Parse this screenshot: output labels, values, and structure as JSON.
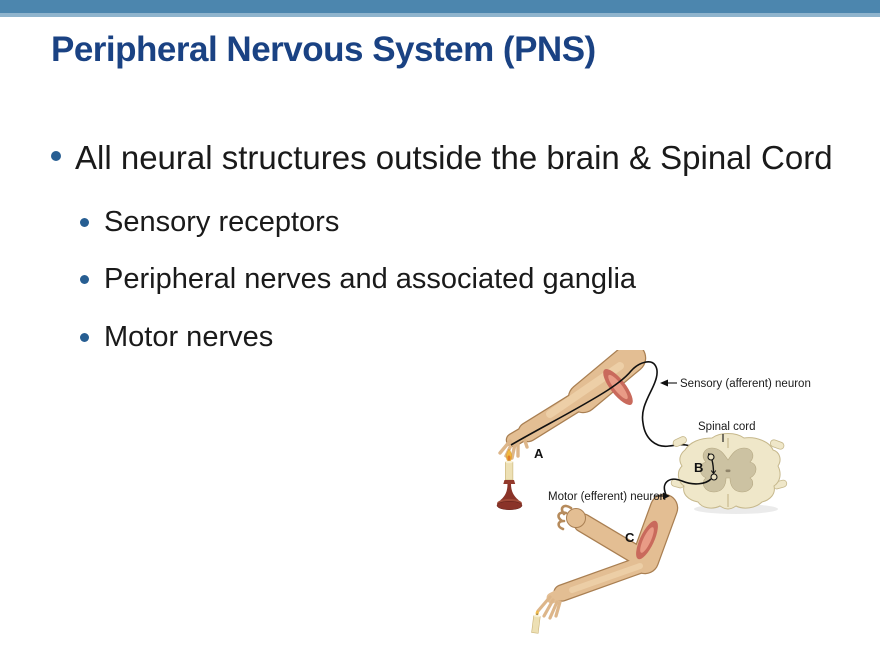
{
  "slide": {
    "title": "Peripheral Nervous System (PNS)",
    "bullet": "All neural structures outside the brain & Spinal Cord",
    "sub_bullets": [
      "Sensory receptors",
      "Peripheral nerves and associated ganglia",
      "Motor nerves"
    ]
  },
  "figure": {
    "labels": {
      "sensory_neuron": "Sensory (afferent) neuron",
      "spinal_cord": "Spinal cord",
      "motor_neuron": "Motor (efferent) neuron",
      "point_a": "A",
      "point_b": "B",
      "point_c": "C"
    }
  },
  "colors": {
    "header_bar": "#4C86AE",
    "header_bar_accent": "#8FB4CD",
    "title_text": "#1A4283",
    "bullet_dot": "#275E92",
    "body_text": "#1A1A1A",
    "skin": "#E3BE93",
    "skin_outline": "#A97F52",
    "muscle": "#C96A5C",
    "cord_white_matter": "#EFE7C9",
    "cord_gray_matter": "#CCC2A2",
    "candle_holder": "#8A3328",
    "flame": "#F2B93F"
  }
}
